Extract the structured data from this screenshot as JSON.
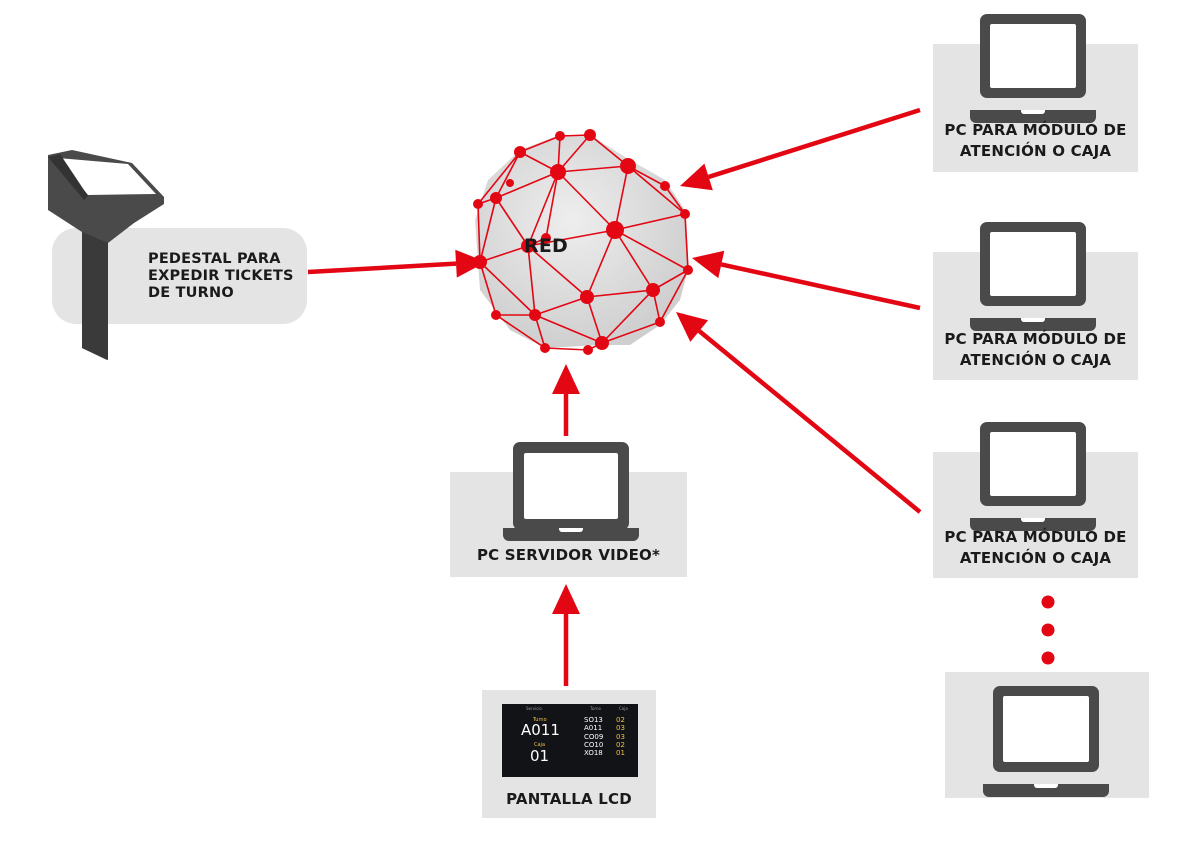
{
  "network": {
    "label": "RED"
  },
  "kiosk": {
    "label_lines": [
      "PEDESTAL PARA",
      "EXPEDIR TICKETS",
      "DE TURNO"
    ]
  },
  "server": {
    "label": "PC SERVIDOR VIDEO*"
  },
  "display": {
    "label": "PANTALLA LCD",
    "headers": [
      "Servicio",
      "Turno",
      "Caja"
    ],
    "current_turn_caption": "Turno",
    "current_turn": "A011",
    "current_desk_caption": "Caja",
    "current_desk": "01",
    "queue": [
      {
        "turn": "SO13",
        "desk": "02"
      },
      {
        "turn": "A011",
        "desk": "03"
      },
      {
        "turn": "CO09",
        "desk": "03"
      },
      {
        "turn": "CO10",
        "desk": "02"
      },
      {
        "turn": "XO18",
        "desk": "01"
      }
    ]
  },
  "stations": [
    {
      "label_lines": [
        "PC PARA MÓDULO DE",
        "ATENCIÓN O CAJA"
      ]
    },
    {
      "label_lines": [
        "PC PARA MÓDULO DE",
        "ATENCIÓN O CAJA"
      ]
    },
    {
      "label_lines": [
        "PC PARA MÓDULO DE",
        "ATENCIÓN O CAJA"
      ]
    }
  ],
  "colors": {
    "accent": "#e30613",
    "box": "#e4e4e4",
    "icon": "#4a4a4a",
    "globe_fill": "#d9d9d9"
  }
}
